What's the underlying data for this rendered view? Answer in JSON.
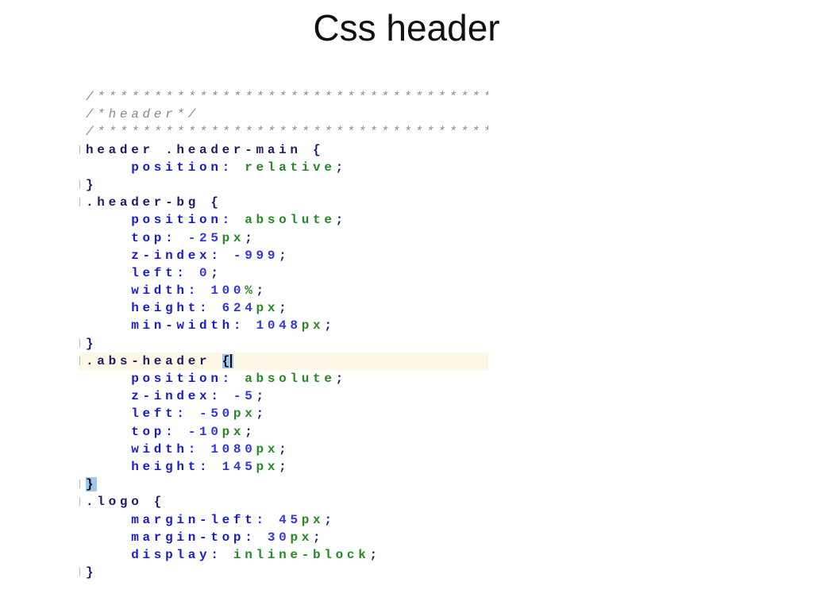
{
  "title": "Css header",
  "code_lines": [
    {
      "tokens": [
        {
          "t": "comment",
          "v": "/*************************************"
        }
      ]
    },
    {
      "tokens": [
        {
          "t": "comment",
          "v": "/*header*/"
        }
      ]
    },
    {
      "tokens": [
        {
          "t": "comment",
          "v": "/*************************************"
        }
      ]
    },
    {
      "gutter": true,
      "tokens": [
        {
          "t": "sel",
          "v": "header .header-main {"
        }
      ]
    },
    {
      "tokens": [
        {
          "t": "prop",
          "v": "    position: "
        },
        {
          "t": "val",
          "v": "relative"
        },
        {
          "t": "punc",
          "v": ";"
        }
      ]
    },
    {
      "gutter": true,
      "tokens": [
        {
          "t": "sel",
          "v": "}"
        }
      ]
    },
    {
      "gutter": true,
      "tokens": [
        {
          "t": "sel",
          "v": ".header-bg {"
        }
      ]
    },
    {
      "tokens": [
        {
          "t": "prop",
          "v": "    position: "
        },
        {
          "t": "val",
          "v": "absolute"
        },
        {
          "t": "punc",
          "v": ";"
        }
      ]
    },
    {
      "tokens": [
        {
          "t": "prop",
          "v": "    top: "
        },
        {
          "t": "num",
          "v": "-25"
        },
        {
          "t": "unit",
          "v": "px"
        },
        {
          "t": "punc",
          "v": ";"
        }
      ]
    },
    {
      "tokens": [
        {
          "t": "prop",
          "v": "    z-index: "
        },
        {
          "t": "num",
          "v": "-999"
        },
        {
          "t": "punc",
          "v": ";"
        }
      ]
    },
    {
      "tokens": [
        {
          "t": "prop",
          "v": "    left: "
        },
        {
          "t": "num",
          "v": "0"
        },
        {
          "t": "punc",
          "v": ";"
        }
      ]
    },
    {
      "tokens": [
        {
          "t": "prop",
          "v": "    width: "
        },
        {
          "t": "num",
          "v": "100"
        },
        {
          "t": "unit",
          "v": "%"
        },
        {
          "t": "punc",
          "v": ";"
        }
      ]
    },
    {
      "tokens": [
        {
          "t": "prop",
          "v": "    height: "
        },
        {
          "t": "num",
          "v": "624"
        },
        {
          "t": "unit",
          "v": "px"
        },
        {
          "t": "punc",
          "v": ";"
        }
      ]
    },
    {
      "tokens": [
        {
          "t": "prop",
          "v": "    min-width: "
        },
        {
          "t": "num",
          "v": "1048"
        },
        {
          "t": "unit",
          "v": "px"
        },
        {
          "t": "punc",
          "v": ";"
        }
      ]
    },
    {
      "gutter": true,
      "tokens": [
        {
          "t": "sel",
          "v": "}"
        }
      ]
    },
    {
      "gutter": true,
      "highlight": true,
      "tokens": [
        {
          "t": "sel",
          "v": ".abs-header "
        },
        {
          "t": "brace-hl",
          "v": "{"
        },
        {
          "t": "caret",
          "v": ""
        }
      ]
    },
    {
      "tokens": [
        {
          "t": "prop",
          "v": "    position: "
        },
        {
          "t": "val",
          "v": "absolute"
        },
        {
          "t": "punc",
          "v": ";"
        }
      ]
    },
    {
      "tokens": [
        {
          "t": "prop",
          "v": "    z-index: "
        },
        {
          "t": "num",
          "v": "-5"
        },
        {
          "t": "punc",
          "v": ";"
        }
      ]
    },
    {
      "tokens": [
        {
          "t": "prop",
          "v": "    left: "
        },
        {
          "t": "num",
          "v": "-50"
        },
        {
          "t": "unit",
          "v": "px"
        },
        {
          "t": "punc",
          "v": ";"
        }
      ]
    },
    {
      "tokens": [
        {
          "t": "prop",
          "v": "    top: "
        },
        {
          "t": "num",
          "v": "-10"
        },
        {
          "t": "unit",
          "v": "px"
        },
        {
          "t": "punc",
          "v": ";"
        }
      ]
    },
    {
      "tokens": [
        {
          "t": "prop",
          "v": "    width: "
        },
        {
          "t": "num",
          "v": "1080"
        },
        {
          "t": "unit",
          "v": "px"
        },
        {
          "t": "punc",
          "v": ";"
        }
      ]
    },
    {
      "tokens": [
        {
          "t": "prop",
          "v": "    height: "
        },
        {
          "t": "num",
          "v": "145"
        },
        {
          "t": "unit",
          "v": "px"
        },
        {
          "t": "punc",
          "v": ";"
        }
      ]
    },
    {
      "gutter": true,
      "tokens": [
        {
          "t": "brace-hl",
          "v": "}"
        }
      ]
    },
    {
      "gutter": true,
      "tokens": [
        {
          "t": "sel",
          "v": ".logo {"
        }
      ]
    },
    {
      "tokens": [
        {
          "t": "prop",
          "v": "    margin-left: "
        },
        {
          "t": "num",
          "v": "45"
        },
        {
          "t": "unit",
          "v": "px"
        },
        {
          "t": "punc",
          "v": ";"
        }
      ]
    },
    {
      "tokens": [
        {
          "t": "prop",
          "v": "    margin-top: "
        },
        {
          "t": "num",
          "v": "30"
        },
        {
          "t": "unit",
          "v": "px"
        },
        {
          "t": "punc",
          "v": ";"
        }
      ]
    },
    {
      "tokens": [
        {
          "t": "prop",
          "v": "    display: "
        },
        {
          "t": "val",
          "v": "inline-block"
        },
        {
          "t": "punc",
          "v": ";"
        }
      ]
    },
    {
      "gutter": true,
      "tokens": [
        {
          "t": "sel",
          "v": "}"
        }
      ]
    }
  ]
}
